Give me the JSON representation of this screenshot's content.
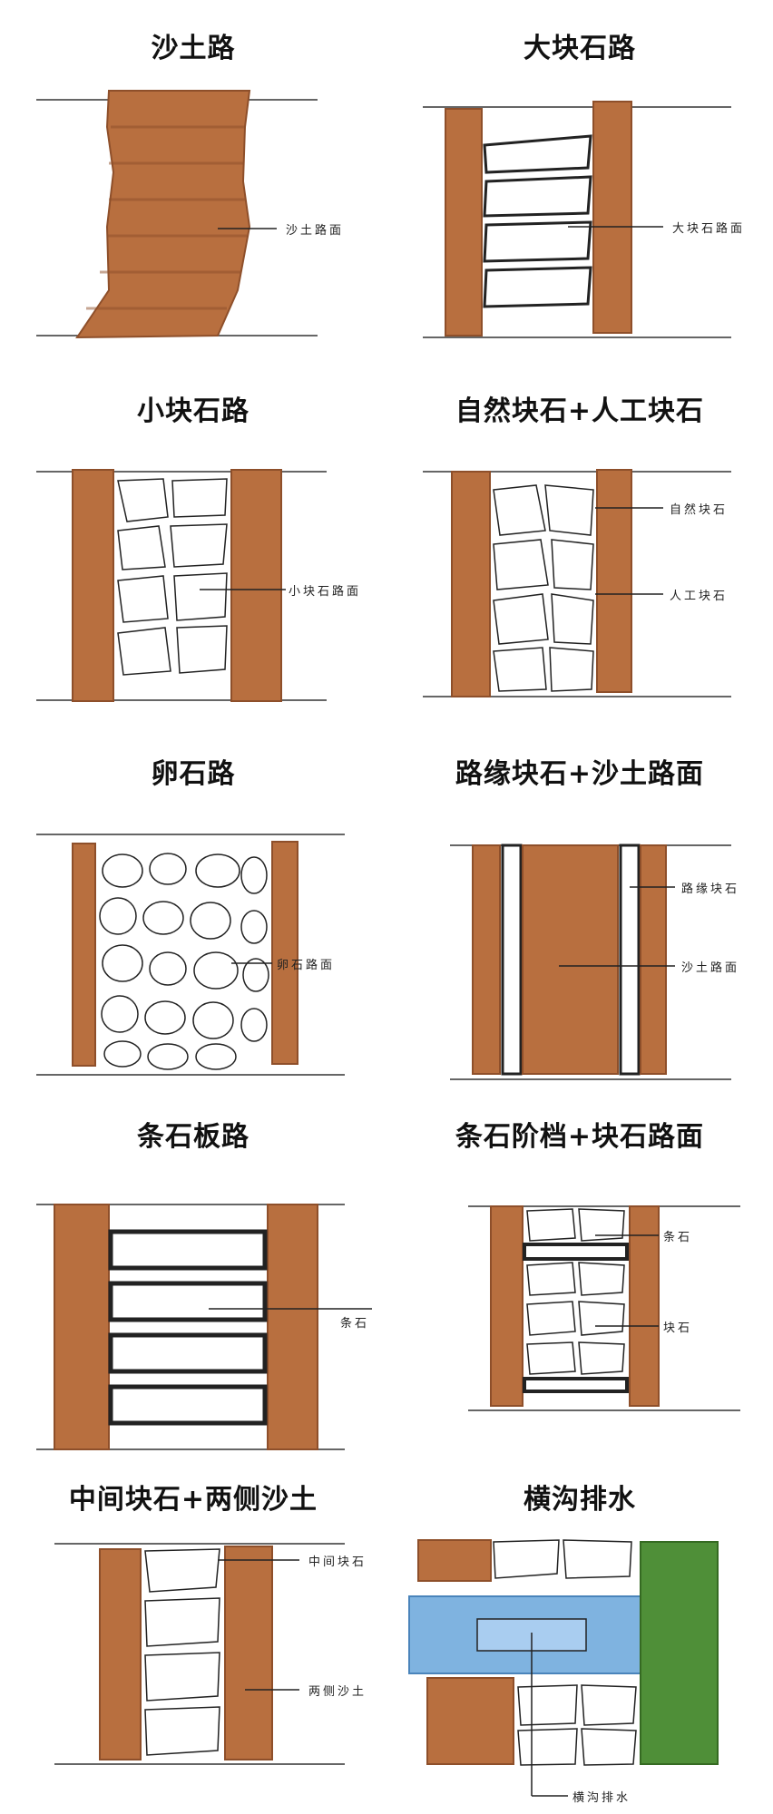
{
  "colors": {
    "soil": "#b86f3f",
    "soil_dark": "#8e4f2a",
    "ink": "#222222",
    "water": "#7fb3e0",
    "grass": "#4f8f38",
    "stone_fill": "#ffffff"
  },
  "panels": [
    {
      "id": "p1",
      "title": "沙土路",
      "labels": [
        "沙土路面"
      ]
    },
    {
      "id": "p2",
      "title": "大块石路",
      "labels": [
        "大块石路面"
      ]
    },
    {
      "id": "p3",
      "title": "小块石路",
      "labels": [
        "小块石路面"
      ]
    },
    {
      "id": "p4",
      "title": "自然块石+人工块石",
      "labels": [
        "自然块石",
        "人工块石"
      ]
    },
    {
      "id": "p5",
      "title": "卵石路",
      "labels": [
        "卵石路面"
      ]
    },
    {
      "id": "p6",
      "title": "路缘块石+沙土路面",
      "labels": [
        "路缘块石",
        "沙土路面"
      ]
    },
    {
      "id": "p7",
      "title": "条石板路",
      "labels": [
        "条石"
      ]
    },
    {
      "id": "p8",
      "title": "条石阶档+块石路面",
      "labels": [
        "条石",
        "块石"
      ]
    },
    {
      "id": "p9",
      "title": "中间块石+两侧沙土",
      "labels": [
        "中间块石",
        "两侧沙土"
      ]
    },
    {
      "id": "p10",
      "title": "横沟排水",
      "labels": [
        "横沟排水"
      ]
    }
  ]
}
